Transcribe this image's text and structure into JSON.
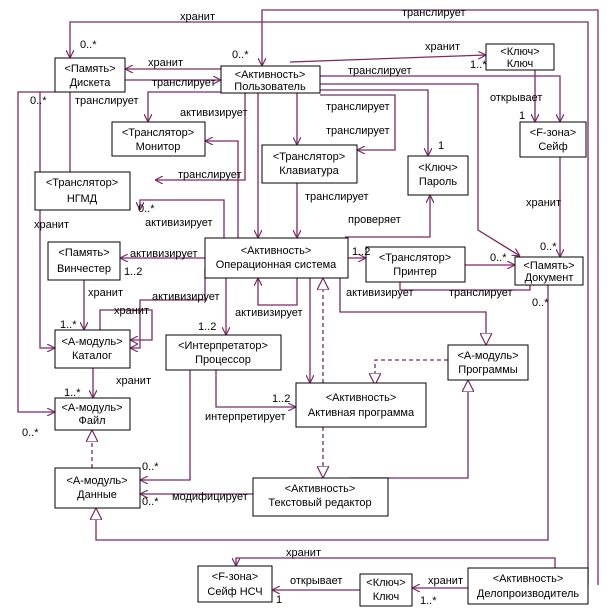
{
  "nodes": {
    "disk": {
      "l1": "<Память>",
      "l2": "Дискета"
    },
    "user": {
      "l1": "<Активность>",
      "l2": "Пользователь"
    },
    "key1": {
      "l1": "<Ключ>",
      "l2": "Ключ"
    },
    "monitor": {
      "l1": "<Транслятор>",
      "l2": "Монитор"
    },
    "keyboard": {
      "l1": "<Транслятор>",
      "l2": "Клавиатура"
    },
    "password": {
      "l1": "<Ключ>",
      "l2": "Пароль"
    },
    "safe": {
      "l1": "<F-зона>",
      "l2": "Сейф"
    },
    "ngmd": {
      "l1": "<Транслятор>",
      "l2": "НГМД"
    },
    "hdd": {
      "l1": "<Память>",
      "l2": "Винчестер"
    },
    "os": {
      "l1": "<Активность>",
      "l2": "Операционная система"
    },
    "printer": {
      "l1": "<Транслятор>",
      "l2": "Принтер"
    },
    "document": {
      "l1": "<Память>",
      "l2": "Документ"
    },
    "catalog": {
      "l1": "<А-модуль>",
      "l2": "Каталог"
    },
    "cpu": {
      "l1": "<Интерпретатор>",
      "l2": "Процессор"
    },
    "programs": {
      "l1": "<А-модуль>",
      "l2": "Программы"
    },
    "file": {
      "l1": "<А-модуль>",
      "l2": "Файл"
    },
    "active": {
      "l1": "<Активность>",
      "l2": "Активная программа"
    },
    "data": {
      "l1": "<А-модуль>",
      "l2": "Данные"
    },
    "editor": {
      "l1": "<Активность>",
      "l2": "Текстовый редактор"
    },
    "safensch": {
      "l1": "<F-зона>",
      "l2": "Сейф НСЧ"
    },
    "key2": {
      "l1": "<Ключ>",
      "l2": "Ключ"
    },
    "clerk": {
      "l1": "<Активность>",
      "l2": "Делопроизводитель"
    }
  },
  "labels": {
    "l_hranit_top": "хранит",
    "l_transl_top": "транслирует",
    "l_0s_top": "0..*",
    "l_hranit_disk_user": "хранит",
    "l_0s_user": "0..*",
    "l_hranit_user_key": "хранит",
    "l_1s_key": "1..*",
    "l_transl_user_safe": "транслирует",
    "l_transl_disk_user": "транслирует",
    "l_0s_disk": "0..*",
    "l_transl_disk": "транслирует",
    "l_activ_user": "активизирует",
    "l_transl_kb1": "транслирует",
    "l_transl_kb2": "транслирует",
    "l_otkr": "открывает",
    "l_1_safe": "1",
    "l_1_pass": "1",
    "l_transl_ngmd": "транслирует",
    "l_0s_ngmd": "0..*",
    "l_activ_ngmd": "активизирует",
    "l_transl_kb_os": "транслирует",
    "l_hranit_safe": "хранит",
    "l_proveryaet": "проверяет",
    "l_hranit_left": "хранит",
    "l_activ_hdd": "активизирует",
    "l_12_hdd": "1..2",
    "l_12_printer": "1..2",
    "l_0s_doc_in": "0..*",
    "l_0s_doc_top": "0..*",
    "l_hranit_hdd": "хранит",
    "l_activ_cat": "активизирует",
    "l_hranit_self": "хранит",
    "l_activ_os_self": "активизирует",
    "l_activ_prog": "активизирует",
    "l_transl_doc": "транслирует",
    "l_0s_doc_bot": "0..*",
    "l_1s_cat": "1..*",
    "l_12_cpu": "1..2",
    "l_hranit_file": "хранит",
    "l_1s_file": "1..*",
    "l_0s_file": "0..*",
    "l_12_active": "1..2",
    "l_interpret": "интерпретирует",
    "l_0s_data1": "0..*",
    "l_modif": "модифицирует",
    "l_0s_data2": "0..*",
    "l_hranit_bottom": "хранит",
    "l_otkr2": "открывает",
    "l_hranit_clerk": "хранит",
    "l_1_nsch": "1",
    "l_1s_key2": "1..*"
  }
}
